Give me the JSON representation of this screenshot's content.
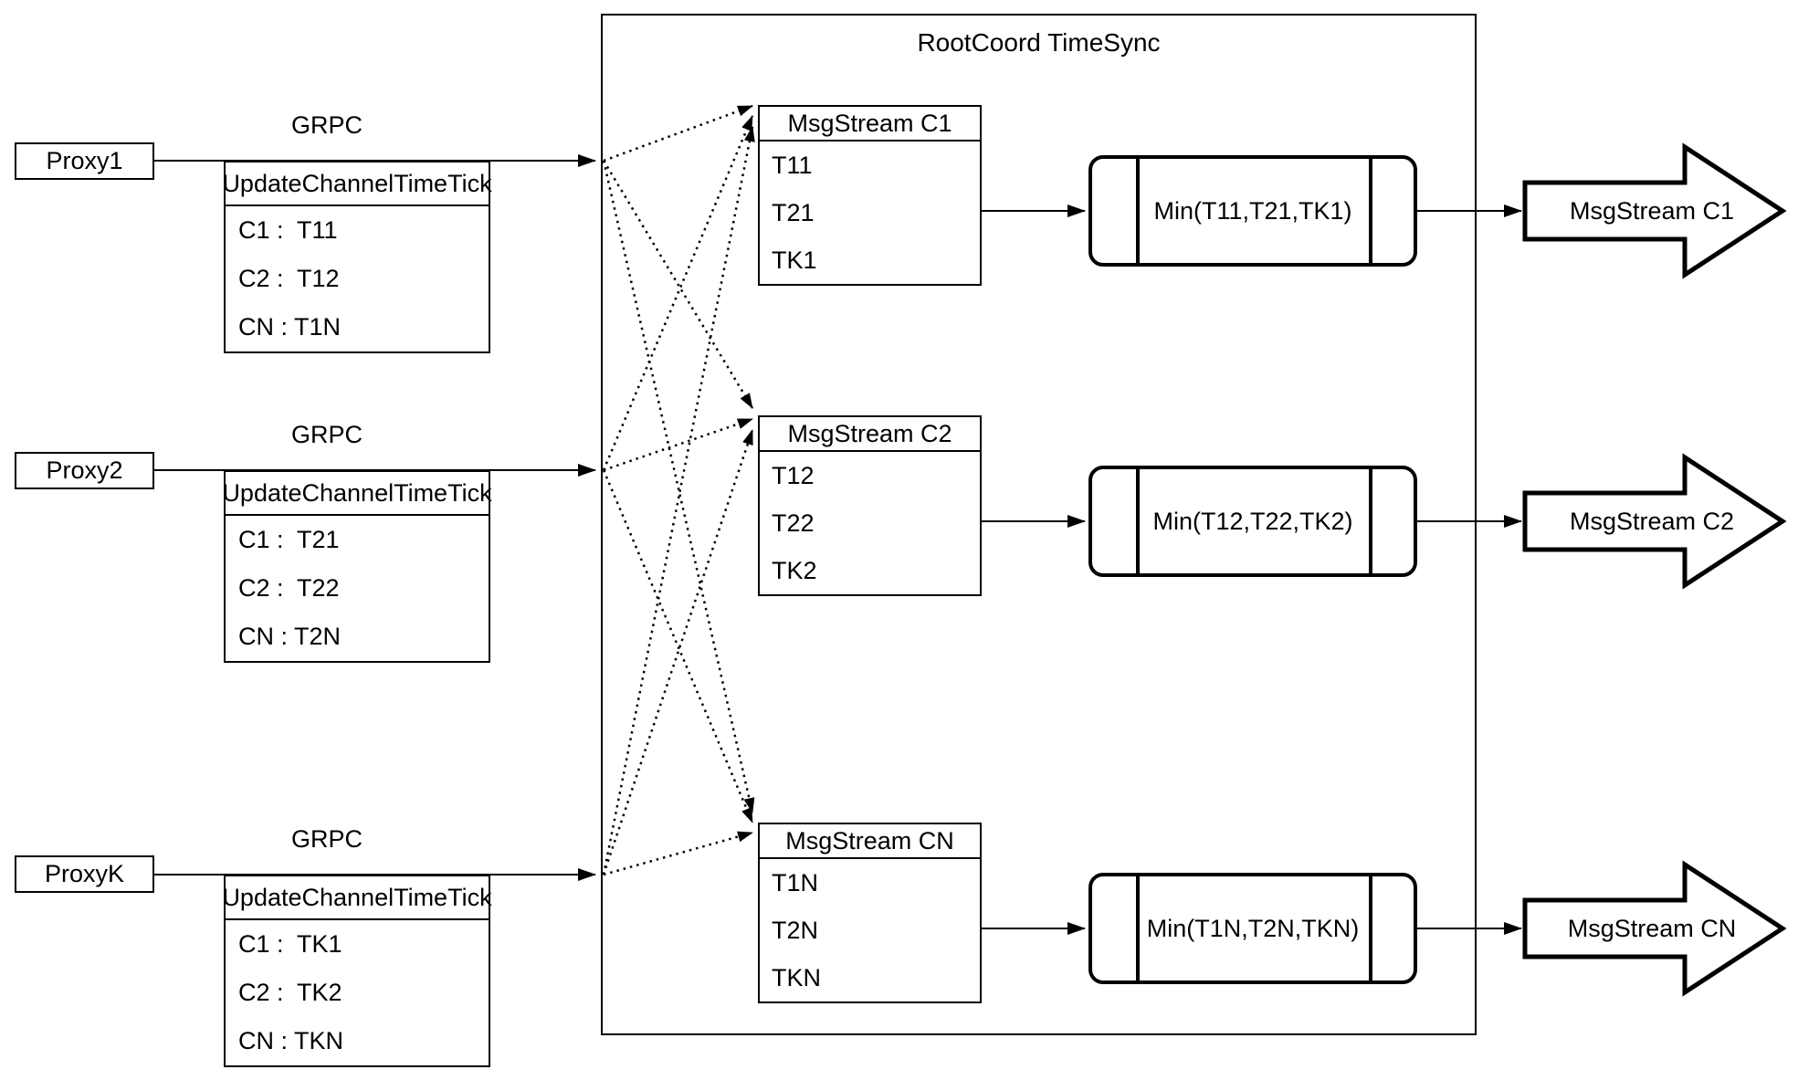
{
  "root": {
    "title": "RootCoord TimeSync"
  },
  "proxies": [
    {
      "name": "Proxy1",
      "protocol": "GRPC",
      "message_title": "UpdateChannelTimeTick",
      "entries": [
        "C1 :  T11",
        "C2 :  T12",
        "CN : T1N"
      ]
    },
    {
      "name": "Proxy2",
      "protocol": "GRPC",
      "message_title": "UpdateChannelTimeTick",
      "entries": [
        "C1 :  T21",
        "C2 :  T22",
        "CN : T2N"
      ]
    },
    {
      "name": "ProxyK",
      "protocol": "GRPC",
      "message_title": "UpdateChannelTimeTick",
      "entries": [
        "C1 :  TK1",
        "C2 :  TK2",
        "CN : TKN"
      ]
    }
  ],
  "streams": [
    {
      "table_title": "MsgStream C1",
      "ticks": [
        "T11",
        "T21",
        "TK1"
      ],
      "min_label": "Min(T11,T21,TK1)",
      "output_label": "MsgStream C1"
    },
    {
      "table_title": "MsgStream C2",
      "ticks": [
        "T12",
        "T22",
        "TK2"
      ],
      "min_label": "Min(T12,T22,TK2)",
      "output_label": "MsgStream C2"
    },
    {
      "table_title": "MsgStream CN",
      "ticks": [
        "T1N",
        "T2N",
        "TKN"
      ],
      "min_label": "Min(T1N,T2N,TKN)",
      "output_label": "MsgStream CN"
    }
  ],
  "colors": {
    "ink": "#000000",
    "paper": "#ffffff"
  }
}
